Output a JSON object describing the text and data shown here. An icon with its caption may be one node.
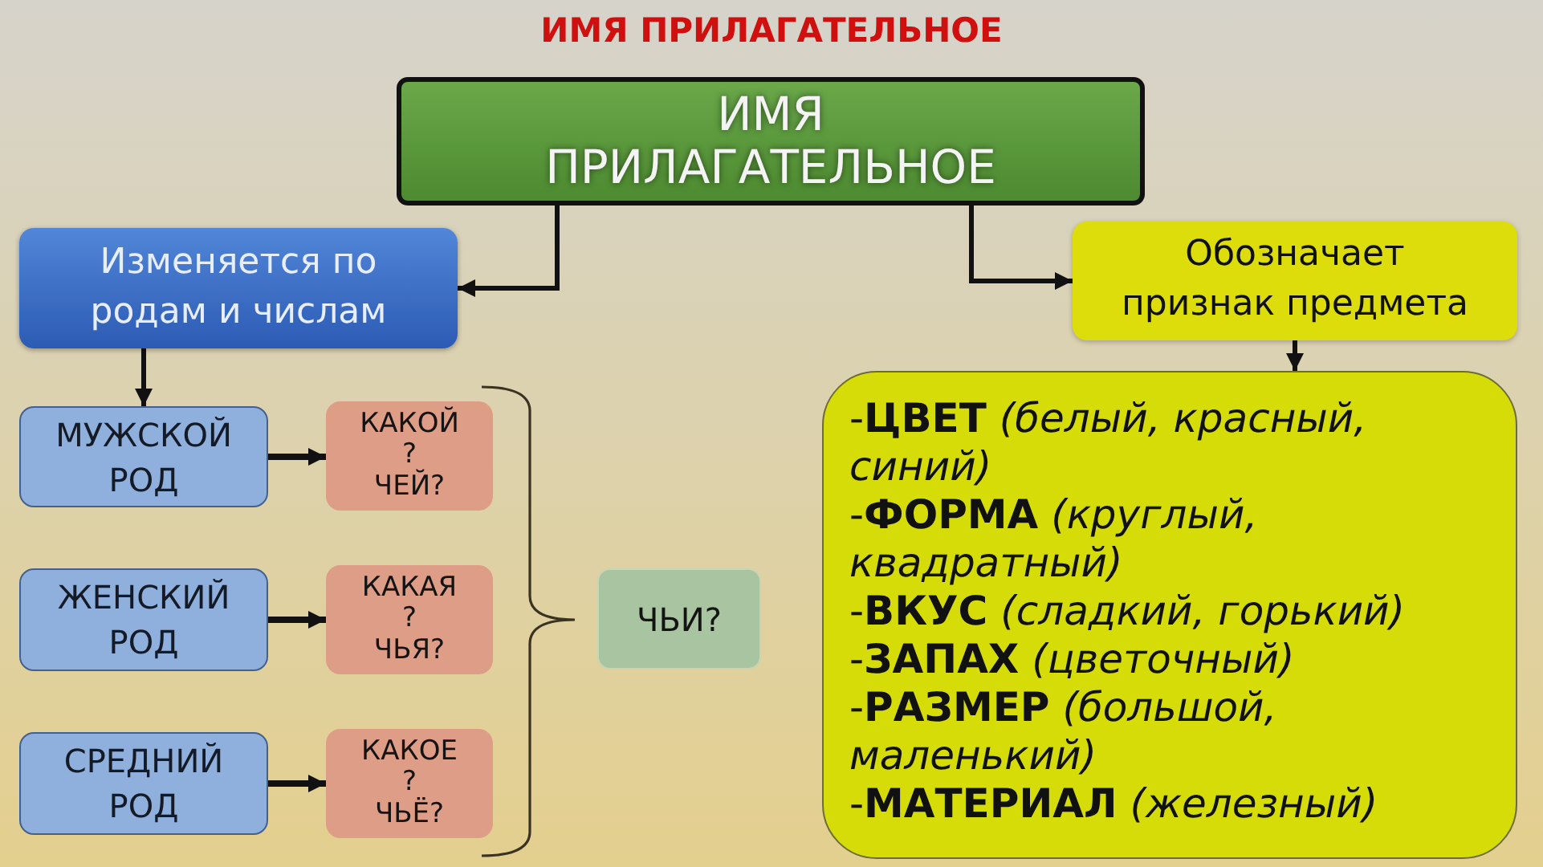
{
  "diagram": {
    "title": "ИМЯ ПРИЛАГАТЕЛЬНОЕ",
    "nodes": [
      {
        "text": [
          "ИМЯ ПРИЛАГАТЕЛЬНОЕ"
        ]
      },
      {
        "text": [
          "Изменяется по родам и числам"
        ]
      },
      {
        "text": [
          "Обозначает признак предмета"
        ]
      },
      {
        "text": [
          "МУЖСКОЙ РОД"
        ]
      },
      {
        "text": [
          "КАКОЙ ? ЧЕЙ?"
        ]
      },
      {
        "text": [
          "ЖЕНСКИЙ РОД"
        ]
      },
      {
        "text": [
          "КАКАЯ ? ЧЬЯ?"
        ]
      },
      {
        "text": [
          "СРЕДНИЙ РОД"
        ]
      },
      {
        "text": [
          "КАКОЕ ? ЧЬЁ?"
        ]
      },
      {
        "text": [
          "ЧЬИ?"
        ]
      },
      {
        "text": [
          "-**ЦВЕТ** *(белый, красный, синий)*",
          "-**ФОРМА** *(круглый, квадратный)*",
          "-**ВКУС** *(сладкий, горький)*",
          "-**ЗАПАХ** *(цветочный)*",
          "-**РАЗМЕР** *(большой, маленький)*",
          "-**МАТЕРИАЛ** *(железный)*"
        ]
      }
    ],
    "edges": [
      {
        "from": 0,
        "to": 1,
        "arrow": "to"
      },
      {
        "from": 0,
        "to": 2,
        "arrow": "to"
      },
      {
        "from": 1,
        "to": 3,
        "arrow": "to"
      },
      {
        "from": 3,
        "to": 4,
        "arrow": "to"
      },
      {
        "from": 5,
        "to": 6,
        "arrow": "to"
      },
      {
        "from": 7,
        "to": 8,
        "arrow": "to"
      },
      {
        "from": 2,
        "to": 10,
        "arrow": "to"
      }
    ]
  }
}
